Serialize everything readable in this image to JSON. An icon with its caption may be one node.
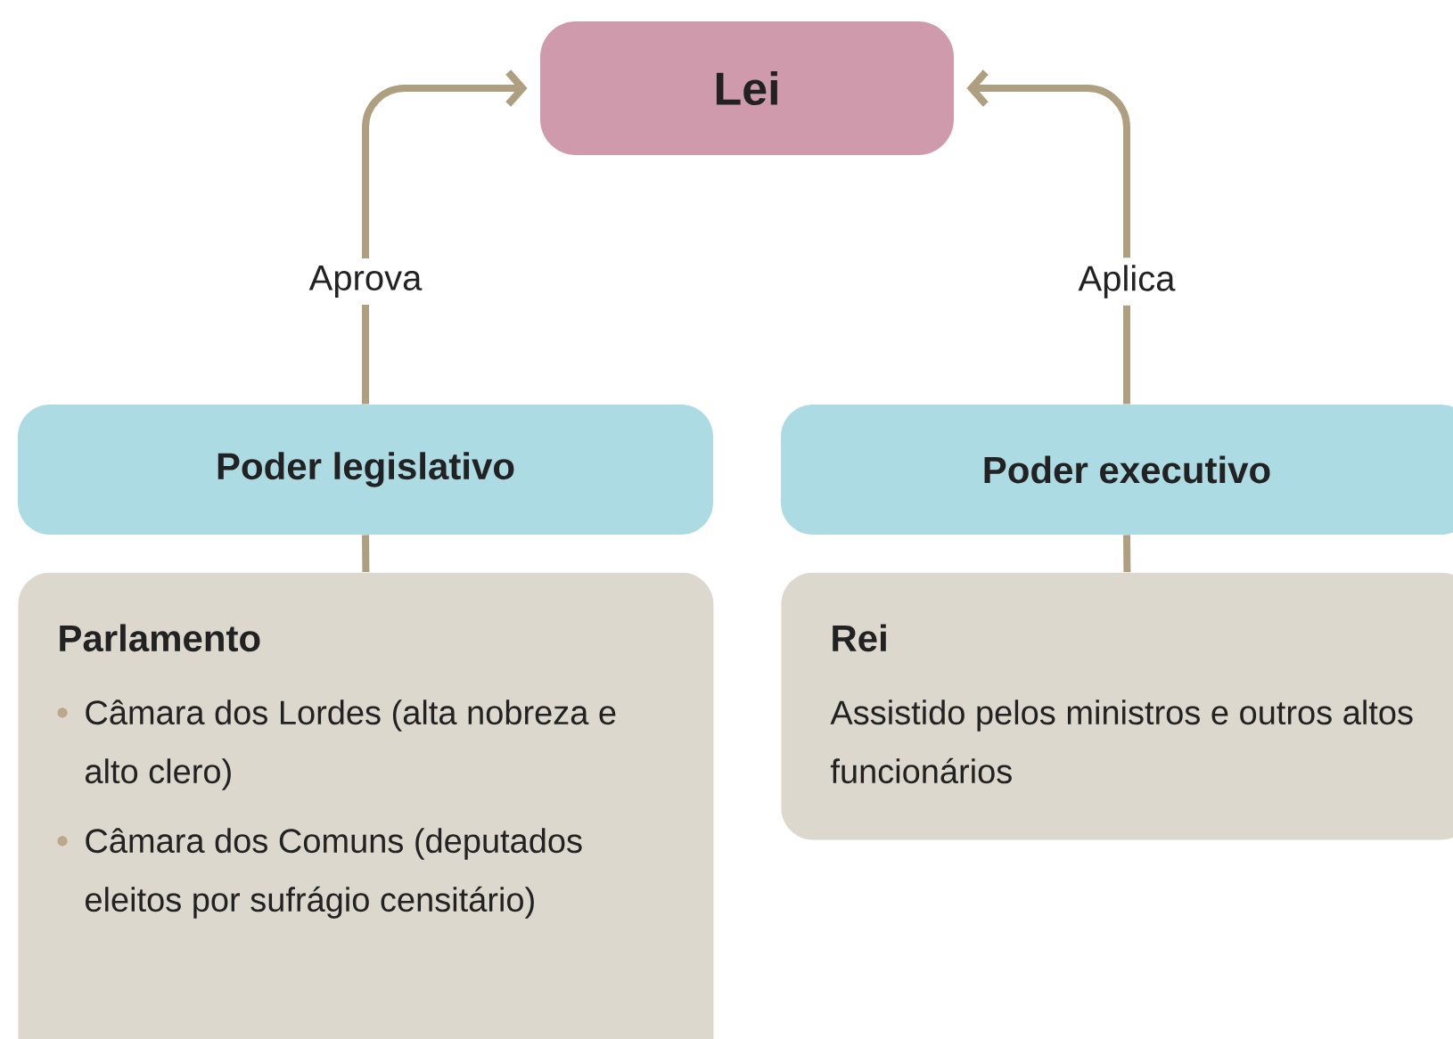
{
  "diagram": {
    "nodes": [
      {
        "text": [
          "Lei"
        ]
      },
      {
        "text": [
          "Poder legislativo"
        ]
      },
      {
        "text": [
          "Parlamento",
          "Câmara dos Lordes (alta nobreza e alto clero)",
          "Câmara dos Comuns (deputados eleitos por sufrágio censitário)"
        ]
      },
      {
        "text": [
          "Poder executivo"
        ]
      },
      {
        "text": [
          "Rei",
          "Assistido pelos ministros e outros altos funcionários"
        ]
      }
    ],
    "edges": [
      {
        "from": 1,
        "to": 0,
        "arrow": "to",
        "label": "Aprova"
      },
      {
        "from": 3,
        "to": 0,
        "arrow": "to",
        "label": "Aplica"
      },
      {
        "from": 2,
        "to": 1,
        "arrow": "none"
      },
      {
        "from": 4,
        "to": 3,
        "arrow": "none"
      }
    ]
  }
}
